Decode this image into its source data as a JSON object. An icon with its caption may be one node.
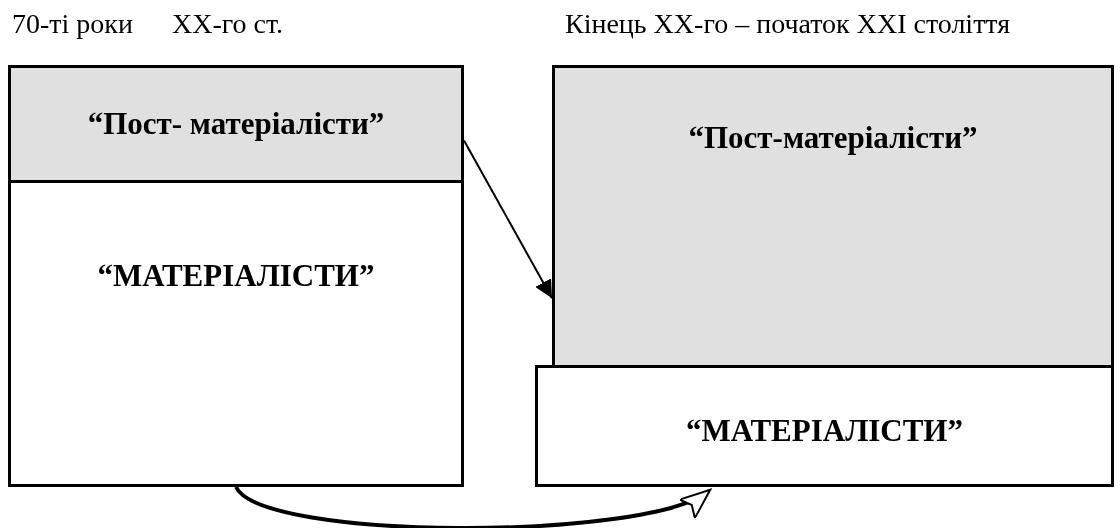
{
  "diagram": {
    "nodes": [
      {
        "text": [
          "“Пост- матеріалісти”"
        ]
      },
      {
        "text": [
          "“МАТЕРІАЛІСТИ”"
        ]
      },
      {
        "text": [
          "“Пост-матеріалісти”"
        ]
      },
      {
        "text": [
          "“МАТЕРІАЛІСТИ”"
        ]
      }
    ],
    "edges": [
      {
        "from": 0,
        "to": 2,
        "arrow": "to"
      },
      {
        "from": 1,
        "to": 3,
        "arrow": "to",
        "style": "thick"
      }
    ],
    "labels": [
      "70-ті роки",
      "XX-го ст.",
      "Кінець XX-го – початок XXI століття"
    ]
  }
}
